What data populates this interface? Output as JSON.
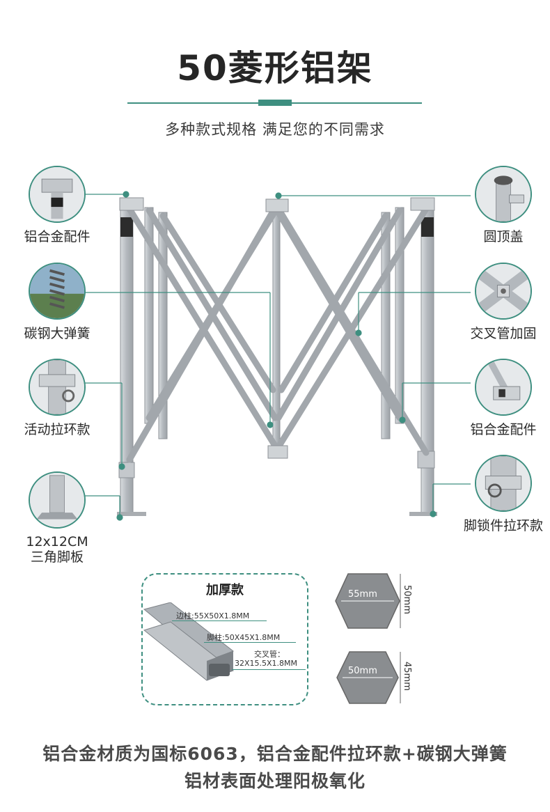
{
  "header": {
    "title": "50菱形铝架",
    "subtitle": "多种款式规格 满足您的不同需求"
  },
  "callouts": {
    "left": [
      {
        "label": "铝合金配件",
        "icon": "corner-fitting-icon"
      },
      {
        "label": "碳钢大弹簧",
        "icon": "spring-icon"
      },
      {
        "label": "活动拉环款",
        "icon": "pull-ring-icon"
      },
      {
        "label": "12x12CM\n三角脚板",
        "line1": "12x12CM",
        "line2": "三角脚板",
        "icon": "foot-plate-icon"
      }
    ],
    "right": [
      {
        "label": "圆顶盖",
        "icon": "dome-cap-icon"
      },
      {
        "label": "交叉管加固",
        "icon": "cross-tube-icon"
      },
      {
        "label": "铝合金配件",
        "icon": "slider-fitting-icon"
      },
      {
        "label": "脚锁件拉环款",
        "icon": "foot-lock-ring-icon"
      }
    ]
  },
  "thickened": {
    "title": "加厚款",
    "specs": {
      "side_post": "边柱:55X50X1.8MM",
      "leg_post": "脚柱:50X45X1.8MM",
      "cross_tube_label": "交叉管：",
      "cross_tube_value": "32X15.5X1.8MM"
    }
  },
  "profiles": [
    {
      "width_label": "55mm",
      "height_label": "50mm"
    },
    {
      "width_label": "50mm",
      "height_label": "45mm"
    }
  ],
  "footer": {
    "line1": "铝合金材质为国标6063，铝合金配件拉环款+碳钢大弹簧",
    "line2": "铝材表面处理阳极氧化"
  },
  "colors": {
    "accent": "#3e8f80",
    "aluminum": "#b9bec3",
    "profile_gray": "#8a8d90"
  }
}
